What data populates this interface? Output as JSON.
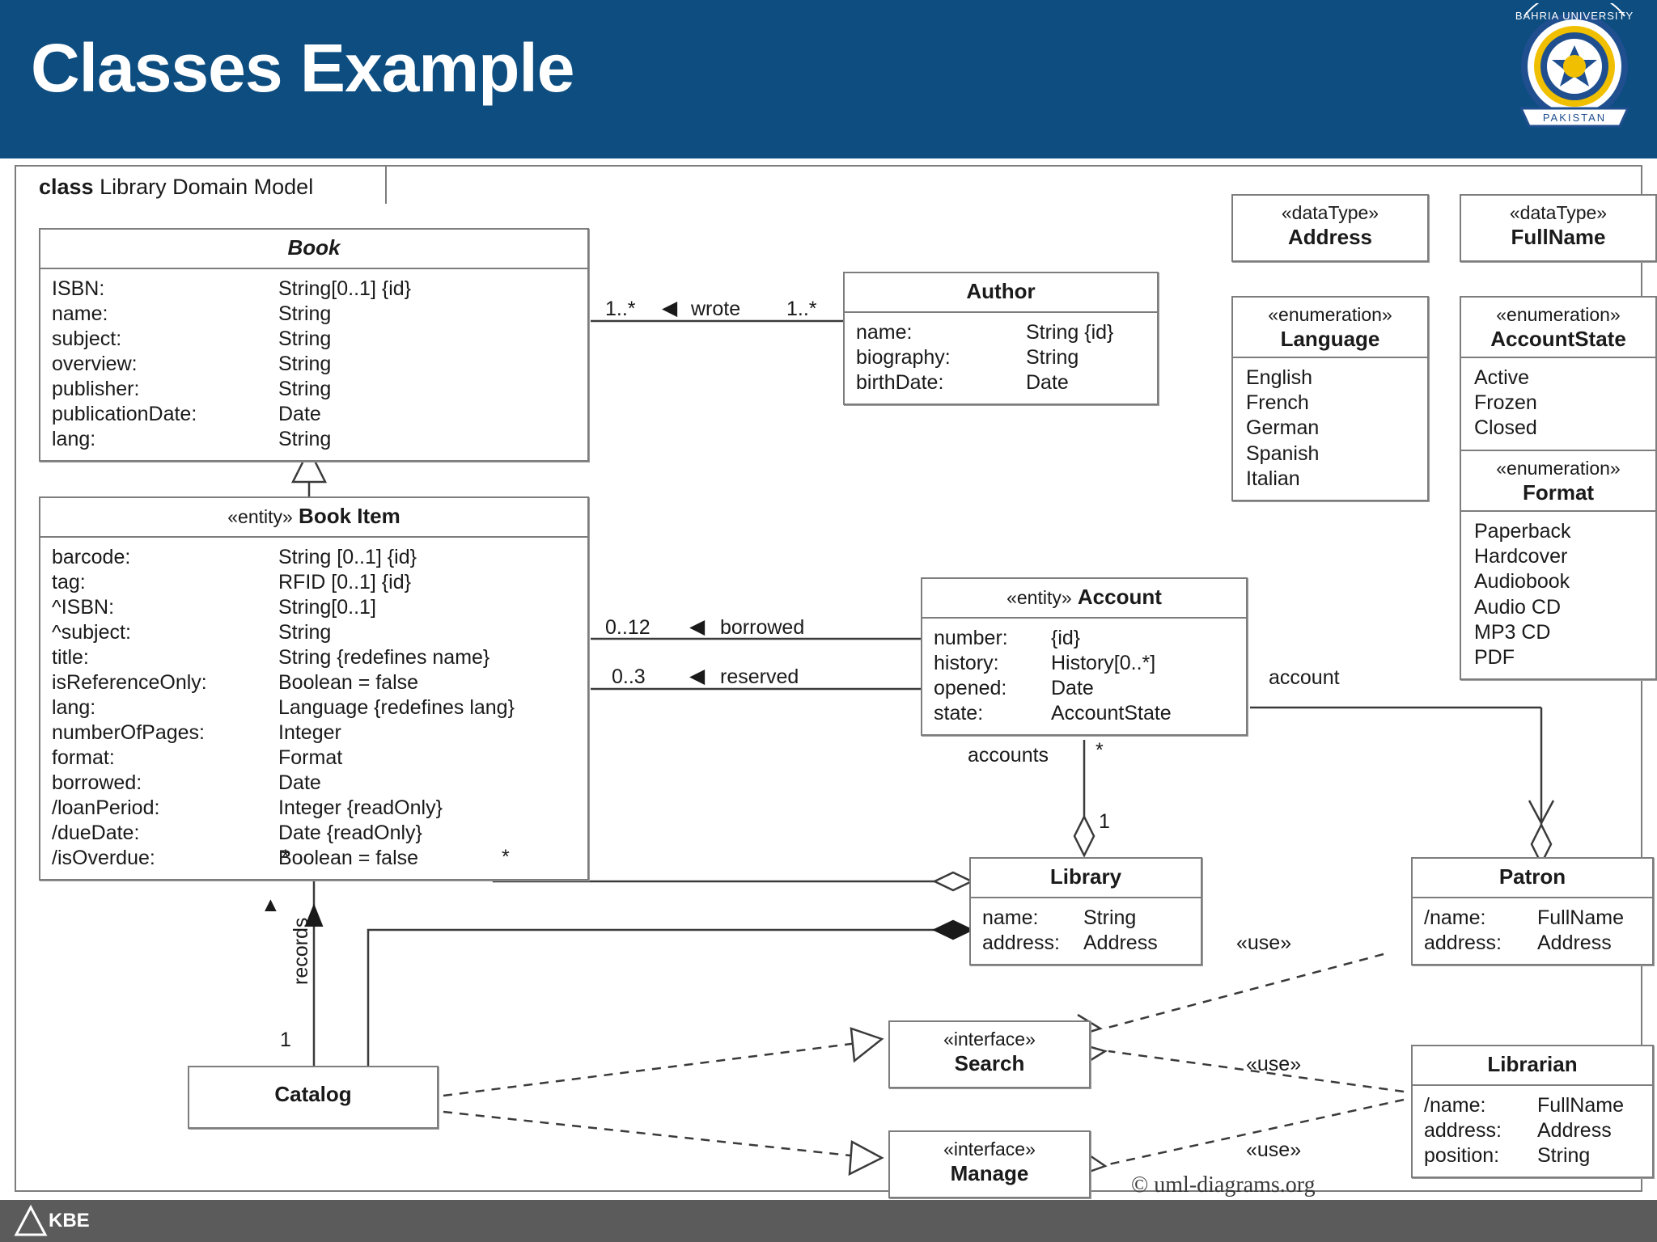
{
  "slide": {
    "title": "Classes Example",
    "header_color": "#0d4d80",
    "footer_logo": "KBE",
    "logo_top": "BAHRIA UNIVERSITY",
    "logo_bottom": "PAKISTAN"
  },
  "frame": {
    "keyword": "class",
    "name": "Library Domain Model"
  },
  "classes": {
    "book": {
      "name": "Book",
      "abstract": true,
      "attrs": [
        {
          "key": "ISBN:",
          "type": "String[0..1] {id}"
        },
        {
          "key": "name:",
          "type": "String"
        },
        {
          "key": "subject:",
          "type": "String"
        },
        {
          "key": "overview:",
          "type": "String"
        },
        {
          "key": "publisher:",
          "type": "String"
        },
        {
          "key": "publicationDate:",
          "type": "Date"
        },
        {
          "key": "lang:",
          "type": "String"
        }
      ]
    },
    "book_item": {
      "stereotype": "«entity»",
      "name": "Book Item",
      "attrs": [
        {
          "key": "barcode:",
          "type": "String [0..1] {id}"
        },
        {
          "key": "tag:",
          "type": "RFID [0..1] {id}"
        },
        {
          "key": "^ISBN:",
          "type": "String[0..1]"
        },
        {
          "key": "^subject:",
          "type": "String"
        },
        {
          "key": "title:",
          "type": "String {redefines name}"
        },
        {
          "key": "isReferenceOnly:",
          "type": "Boolean = false"
        },
        {
          "key": "lang:",
          "type": "Language {redefines lang}"
        },
        {
          "key": "numberOfPages:",
          "type": "Integer"
        },
        {
          "key": "format:",
          "type": "Format"
        },
        {
          "key": "borrowed:",
          "type": "Date"
        },
        {
          "key": "/loanPeriod:",
          "type": "Integer {readOnly}"
        },
        {
          "key": "/dueDate:",
          "type": "Date {readOnly}"
        },
        {
          "key": "/isOverdue:",
          "type": "Boolean = false"
        }
      ]
    },
    "author": {
      "name": "Author",
      "attrs": [
        {
          "key": "name:",
          "type": "String {id}"
        },
        {
          "key": "biography:",
          "type": "String"
        },
        {
          "key": "birthDate:",
          "type": "Date"
        }
      ]
    },
    "account": {
      "stereotype": "«entity»",
      "name": "Account",
      "attrs": [
        {
          "key": "number:",
          "type": "{id}"
        },
        {
          "key": "history:",
          "type": "History[0..*]"
        },
        {
          "key": "opened:",
          "type": "Date"
        },
        {
          "key": "state:",
          "type": "AccountState"
        }
      ]
    },
    "library": {
      "name": "Library",
      "attrs": [
        {
          "key": "name:",
          "type": "String"
        },
        {
          "key": "address:",
          "type": "Address"
        }
      ]
    },
    "patron": {
      "name": "Patron",
      "attrs": [
        {
          "key": "/name:",
          "type": "FullName"
        },
        {
          "key": "address:",
          "type": "Address"
        }
      ]
    },
    "librarian": {
      "name": "Librarian",
      "attrs": [
        {
          "key": "/name:",
          "type": "FullName"
        },
        {
          "key": "address:",
          "type": "Address"
        },
        {
          "key": "position:",
          "type": "String"
        }
      ]
    },
    "catalog": {
      "name": "Catalog"
    },
    "search": {
      "stereotype": "«interface»",
      "name": "Search"
    },
    "manage": {
      "stereotype": "«interface»",
      "name": "Manage"
    }
  },
  "datatypes": [
    {
      "stereotype": "«dataType»",
      "name": "Address"
    },
    {
      "stereotype": "«dataType»",
      "name": "FullName"
    }
  ],
  "enumerations": [
    {
      "stereotype": "«enumeration»",
      "name": "Language",
      "literals": [
        "English",
        "French",
        "German",
        "Spanish",
        "Italian"
      ]
    },
    {
      "stereotype": "«enumeration»",
      "name": "AccountState",
      "literals": [
        "Active",
        "Frozen",
        "Closed"
      ]
    },
    {
      "stereotype": "«enumeration»",
      "name": "Format",
      "literals": [
        "Paperback",
        "Hardcover",
        "Audiobook",
        "Audio CD",
        "MP3 CD",
        "PDF"
      ]
    }
  ],
  "associations": {
    "wrote_left_mult": "1..*",
    "wrote_arrow": "◀",
    "wrote_label": "wrote",
    "wrote_right_mult": "1..*",
    "borrowed_mult": "0..12",
    "borrowed_arrow": "◀",
    "borrowed_label": "borrowed",
    "reserved_mult": "0..3",
    "reserved_arrow": "◀",
    "reserved_label": "reserved",
    "account_role": "account",
    "accounts_role": "accounts",
    "accounts_mult": "*",
    "library_mult": "1",
    "bookitem_mult_left": "*",
    "bookitem_mult_right": "*",
    "records_label": "records",
    "records_arrow": "▲",
    "records_mult": "1",
    "use_1": "«use»",
    "use_2": "«use»",
    "use_3": "«use»"
  },
  "credit": "© uml-diagrams.org"
}
